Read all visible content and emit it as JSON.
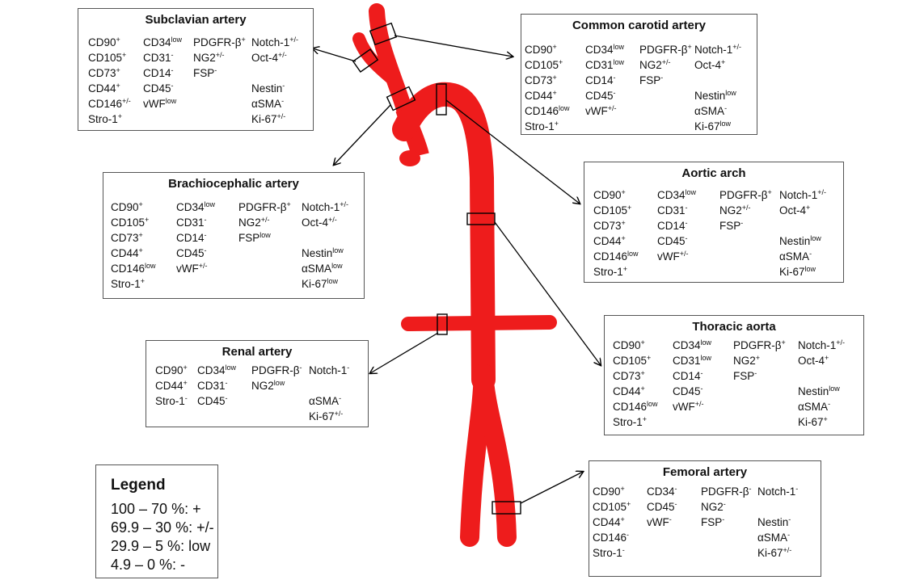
{
  "legend": {
    "title": "Legend",
    "rows": [
      "100 – 70 %: +",
      "69.9 – 30 %: +/-",
      "29.9 – 5 %: low",
      "4.9 – 0 %: -"
    ]
  },
  "colors": {
    "artery": "#ee1c1c",
    "border": "#555555",
    "marker": "#000000"
  },
  "boxes": [
    {
      "title": "Subclavian artery",
      "cols": [
        [
          [
            "CD90",
            "+"
          ],
          [
            "CD105",
            "+"
          ],
          [
            "CD73",
            "+"
          ],
          [
            "CD44",
            "+"
          ],
          [
            "CD146",
            "+/-"
          ],
          [
            "Stro-1",
            "+"
          ]
        ],
        [
          [
            "CD34",
            "low"
          ],
          [
            "CD31",
            "-"
          ],
          [
            "CD14",
            "-"
          ],
          [
            "CD45",
            "-"
          ],
          [
            "vWF",
            "low"
          ]
        ],
        [
          [
            "PDGFR-β",
            "+"
          ],
          [
            "NG2",
            "+/-"
          ],
          [
            "FSP",
            "-"
          ]
        ],
        [
          [
            "Notch-1",
            "+/-"
          ],
          [
            "Oct-4",
            "+/-"
          ],
          null,
          [
            "Nestin",
            "-"
          ],
          [
            "αSMA",
            "-"
          ],
          [
            "Ki-67",
            "+/-"
          ]
        ]
      ]
    },
    {
      "title": "Common carotid  artery",
      "cols": [
        [
          [
            "CD90",
            "+"
          ],
          [
            "CD105",
            "+"
          ],
          [
            "CD73",
            "+"
          ],
          [
            "CD44",
            "+"
          ],
          [
            "CD146",
            "low"
          ],
          [
            "Stro-1",
            "+"
          ]
        ],
        [
          [
            "CD34",
            "low"
          ],
          [
            "CD31",
            "low"
          ],
          [
            "CD14",
            "-"
          ],
          [
            "CD45",
            "-"
          ],
          [
            "vWF",
            "+/-"
          ]
        ],
        [
          [
            "PDGFR-β",
            "+"
          ],
          [
            "NG2",
            "+/-"
          ],
          [
            "FSP",
            "-"
          ]
        ],
        [
          [
            "Notch-1",
            "+/-"
          ],
          [
            "Oct-4",
            "+"
          ],
          null,
          [
            "Nestin",
            "low"
          ],
          [
            "αSMA",
            "-"
          ],
          [
            "Ki-67",
            "low"
          ]
        ]
      ]
    },
    {
      "title": "Brachiocephalic artery",
      "cols": [
        [
          [
            "CD90",
            "+"
          ],
          [
            "CD105",
            "+"
          ],
          [
            "CD73",
            "+"
          ],
          [
            "CD44",
            "+"
          ],
          [
            "CD146",
            "low"
          ],
          [
            "Stro-1",
            "+"
          ]
        ],
        [
          [
            "CD34",
            "low"
          ],
          [
            "CD31",
            "-"
          ],
          [
            "CD14",
            "-"
          ],
          [
            "CD45",
            "-"
          ],
          [
            "vWF",
            "+/-"
          ]
        ],
        [
          [
            "PDGFR-β",
            "+"
          ],
          [
            "NG2",
            "+/-"
          ],
          [
            "FSP",
            "low"
          ]
        ],
        [
          [
            "Notch-1",
            "+/-"
          ],
          [
            "Oct-4",
            "+/-"
          ],
          null,
          [
            "Nestin",
            "low"
          ],
          [
            "αSMA",
            "low"
          ],
          [
            "Ki-67",
            "low"
          ]
        ]
      ]
    },
    {
      "title": "Aortic arch",
      "cols": [
        [
          [
            "CD90",
            "+"
          ],
          [
            "CD105",
            "+"
          ],
          [
            "CD73",
            "+"
          ],
          [
            "CD44",
            "+"
          ],
          [
            "CD146",
            "low"
          ],
          [
            "Stro-1",
            "+"
          ]
        ],
        [
          [
            "CD34",
            "low"
          ],
          [
            "CD31",
            "-"
          ],
          [
            "CD14",
            "-"
          ],
          [
            "CD45",
            "-"
          ],
          [
            "vWF",
            "+/-"
          ]
        ],
        [
          [
            "PDGFR-β",
            "+"
          ],
          [
            "NG2",
            "+/-"
          ],
          [
            "FSP",
            "-"
          ]
        ],
        [
          [
            "Notch-1",
            "+/-"
          ],
          [
            "Oct-4",
            "+"
          ],
          null,
          [
            "Nestin",
            "low"
          ],
          [
            "αSMA",
            "-"
          ],
          [
            "Ki-67",
            "low"
          ]
        ]
      ]
    },
    {
      "title": "Renal artery",
      "cols": [
        [
          [
            "CD90",
            "+"
          ],
          [
            "CD44",
            "+"
          ],
          [
            "Stro-1",
            "-"
          ]
        ],
        [
          [
            "CD34",
            "low"
          ],
          [
            "CD31",
            "-"
          ],
          [
            "CD45",
            "-"
          ]
        ],
        [
          [
            "PDGFR-β",
            "-"
          ],
          [
            "NG2",
            "low"
          ]
        ],
        [
          [
            "Notch-1",
            "-"
          ],
          null,
          [
            "αSMA",
            "-"
          ],
          [
            "Ki-67",
            "+/-"
          ]
        ]
      ]
    },
    {
      "title": "Thoracic aorta",
      "cols": [
        [
          [
            "CD90",
            "+"
          ],
          [
            "CD105",
            "+"
          ],
          [
            "CD73",
            "+"
          ],
          [
            "CD44",
            "+"
          ],
          [
            "CD146",
            "low"
          ],
          [
            "Stro-1",
            "+"
          ]
        ],
        [
          [
            "CD34",
            "low"
          ],
          [
            "CD31",
            "low"
          ],
          [
            "CD14",
            "-"
          ],
          [
            "CD45",
            "-"
          ],
          [
            "vWF",
            "+/-"
          ]
        ],
        [
          [
            "PDGFR-β",
            "+"
          ],
          [
            "NG2",
            "+"
          ],
          [
            "FSP",
            "-"
          ]
        ],
        [
          [
            "Notch-1",
            "+/-"
          ],
          [
            "Oct-4",
            "+"
          ],
          null,
          [
            "Nestin",
            "low"
          ],
          [
            "αSMA",
            "-"
          ],
          [
            "Ki-67",
            "+"
          ]
        ]
      ]
    },
    {
      "title": "Femoral artery",
      "cols": [
        [
          [
            "CD90",
            "+"
          ],
          [
            "CD105",
            "+"
          ],
          [
            "CD44",
            "+"
          ],
          [
            "CD146",
            "-"
          ],
          [
            "Stro-1",
            "-"
          ]
        ],
        [
          [
            "CD34",
            "-"
          ],
          [
            "CD45",
            "-"
          ],
          [
            "vWF",
            "-"
          ]
        ],
        [
          [
            "PDGFR-β",
            "-"
          ],
          [
            "NG2",
            "-"
          ],
          [
            "FSP",
            "-"
          ]
        ],
        [
          [
            "Notch-1",
            "-"
          ],
          null,
          [
            "Nestin",
            "-"
          ],
          [
            "αSMA",
            "-"
          ],
          [
            "Ki-67",
            "+/-"
          ]
        ]
      ]
    }
  ]
}
